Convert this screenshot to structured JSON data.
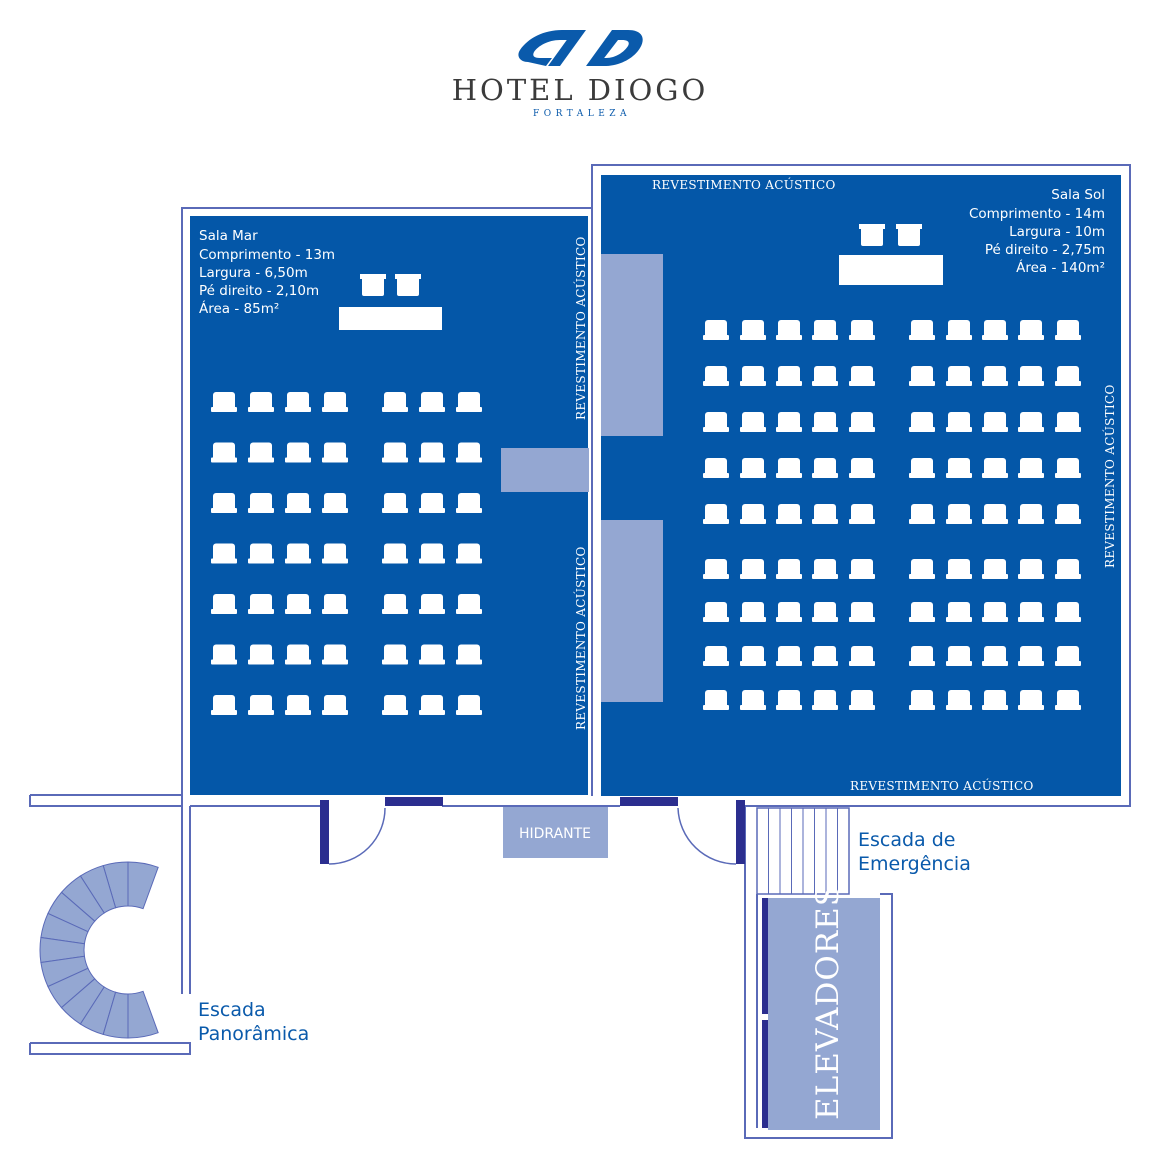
{
  "brand": {
    "name": "HOTEL DIOGO",
    "city": "FORTALEZA",
    "logo_color": "#0a5aab"
  },
  "colors": {
    "room_fill": "#0457a8",
    "wall_outline": "#5a6ab8",
    "panel_light": "#94a7d2",
    "door_dark": "#2b2e8f",
    "label_blue": "#0a5aab"
  },
  "sala_mar": {
    "name": "Sala Mar",
    "comprimento": "Comprimento - 13m",
    "largura": "Largura - 6,50m",
    "pe_direito": "Pé direito - 2,10m",
    "area": "Área - 85m²",
    "seating": {
      "rows": 7,
      "left_block": 4,
      "right_block": 3
    }
  },
  "sala_sol": {
    "name": "Sala Sol",
    "comprimento": "Comprimento - 14m",
    "largura": "Largura - 10m",
    "pe_direito": "Pé direito - 2,75m",
    "area": "Área - 140m²",
    "seating": {
      "rows": 9,
      "left_block": 5,
      "right_block": 5
    }
  },
  "acoustic_label": "REVESTIMENTO ACÚSTICO",
  "labels": {
    "hidrante": "HIDRANTE",
    "escada_emergencia_1": "Escada de",
    "escada_emergencia_2": "Emergência",
    "escada_panoramica_1": "Escada",
    "escada_panoramica_2": "Panorâmica",
    "elevadores": "ELEVADORES"
  }
}
